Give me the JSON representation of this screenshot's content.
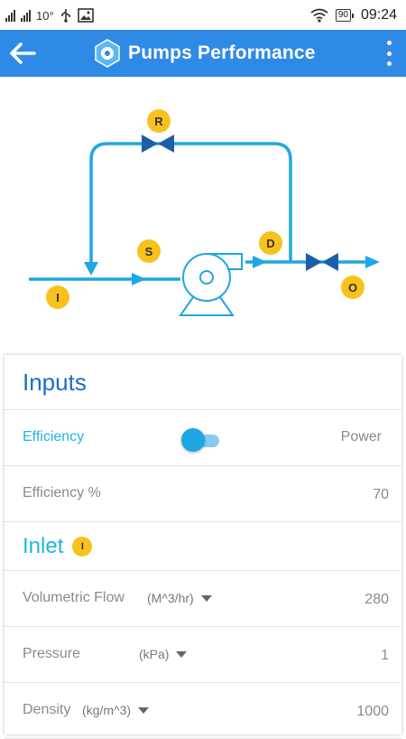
{
  "status_bar": {
    "temperature": "10°",
    "battery": "90",
    "time": "09:24"
  },
  "app_bar": {
    "title": "Pumps Performance"
  },
  "diagram": {
    "labels": {
      "recirculation": "R",
      "suction": "S",
      "discharge": "D",
      "inlet": "I",
      "outlet": "O"
    }
  },
  "inputs": {
    "title": "Inputs",
    "mode": {
      "left_label": "Efficiency",
      "right_label": "Power"
    },
    "efficiency": {
      "label": "Efficiency %",
      "value": "70"
    }
  },
  "inlet": {
    "title": "Inlet",
    "badge": "I",
    "rows": [
      {
        "label": "Volumetric Flow",
        "unit": "(M^3/hr)",
        "value": "280"
      },
      {
        "label": "Pressure",
        "unit": "(kPa)",
        "value": "1"
      },
      {
        "label": "Density",
        "unit": "(kg/m^3)",
        "value": "1000"
      }
    ]
  },
  "colors": {
    "app_bar": "#2F8AE6",
    "pipe": "#1FA6E4",
    "badge": "#F7C21D",
    "heading": "#1B6FC4",
    "accent": "#1FB5E8"
  }
}
